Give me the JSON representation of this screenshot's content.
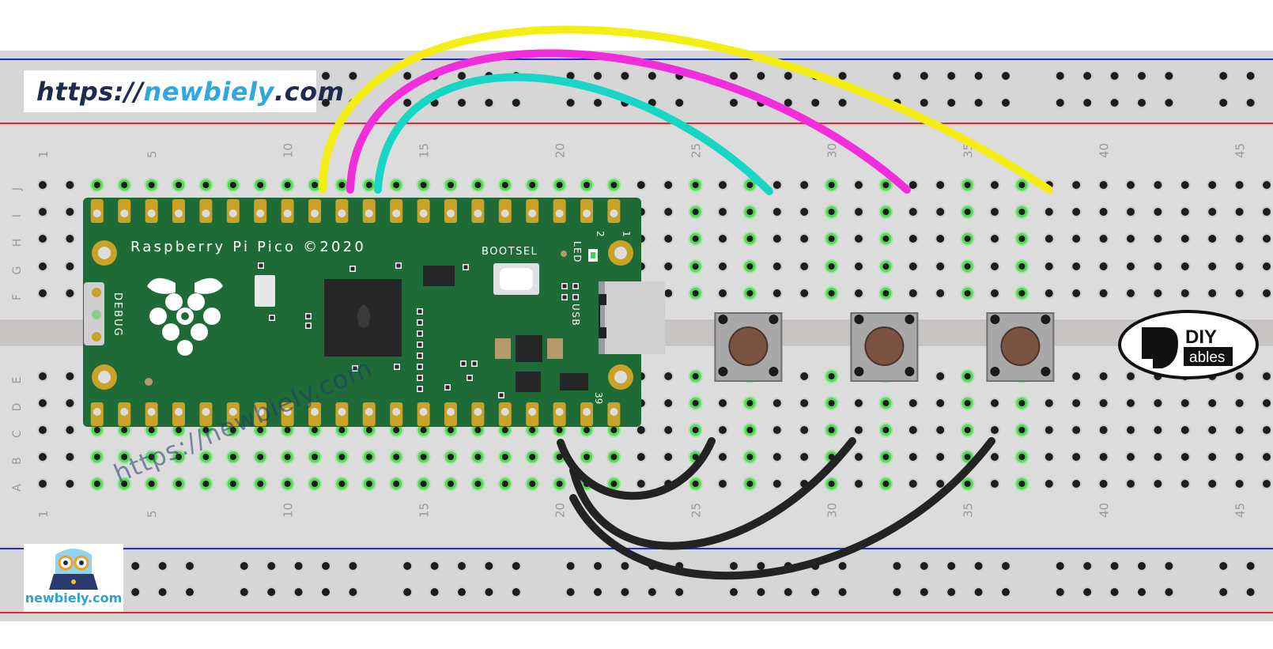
{
  "watermark": {
    "url_prefix": "https://",
    "url_domain": "newbiely",
    "url_suffix": ".com",
    "diagonal_text": "https://newbiely.com"
  },
  "board": {
    "title": "Raspberry Pi Pico ©2020",
    "labels": {
      "bootsel": "BOOTSEL",
      "debug": "DEBUG",
      "led": "LED",
      "usb": "USB",
      "pin1": "1",
      "pin2": "2",
      "pin39": "39"
    }
  },
  "breadboard": {
    "column_numbers": [
      "1",
      "5",
      "10",
      "15",
      "20",
      "25",
      "30",
      "35",
      "40",
      "45"
    ],
    "row_letters_top": [
      "J",
      "I",
      "H",
      "G",
      "F"
    ],
    "row_letters_bottom": [
      "E",
      "D",
      "C",
      "B",
      "A"
    ]
  },
  "logos": {
    "newbiely": "newbiely.com",
    "diy_top": "DIY",
    "diy_bottom": "ables"
  },
  "colors": {
    "wire_yellow": "#f5ee13",
    "wire_magenta": "#f12ddc",
    "wire_cyan": "#18d6c6",
    "wire_black": "#232323",
    "pcb_green": "#1f6b37",
    "breadboard": "#dcdcdc",
    "rail_red": "#e8262c",
    "rail_blue": "#1a2fe0",
    "brand_blue": "#2fa8df",
    "brand_navy": "#1c2b4e"
  }
}
